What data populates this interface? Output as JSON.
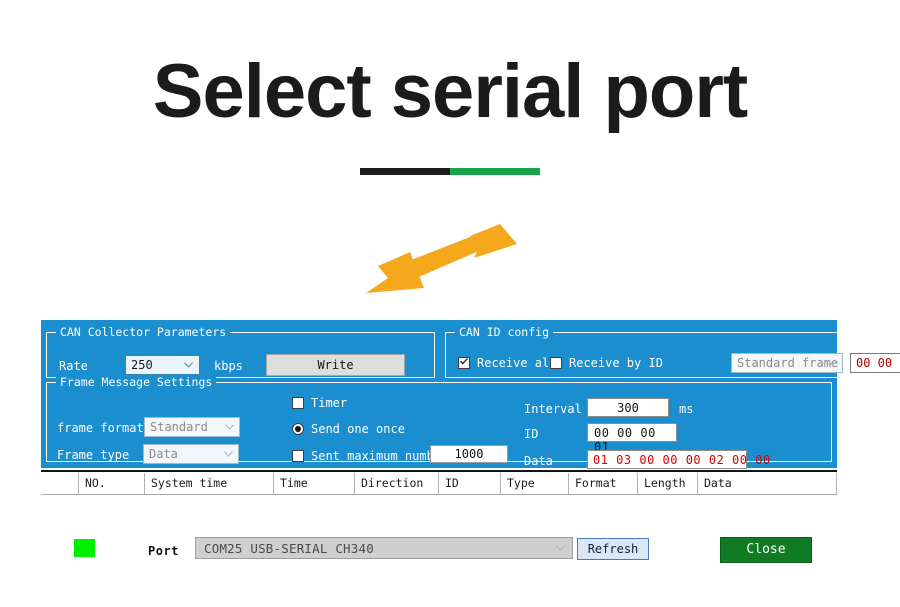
{
  "title": {
    "text": "Select serial port",
    "rule_dark_color": "#1b1b1b",
    "rule_green_color": "#17a44a"
  },
  "annotation": {
    "arrow_icon": "double-headed-arrow-icon",
    "arrow_color": "#f5a81c"
  },
  "port_row": {
    "status_indicator_color": "#00ee00",
    "port_label": "Port",
    "port_value": "COM25 USB-SERIAL CH340",
    "chevron_icon": "chevron-down-icon",
    "refresh_label": "Refresh",
    "close_label": "Close",
    "refresh_color": "#dbe7f6",
    "close_color": "#0f7c24"
  },
  "panel": {
    "background_color": "#1b8ed0",
    "collector": {
      "group_title": "CAN Collector Parameters",
      "rate_label": "Rate",
      "rate_value": "250",
      "unit_label": "kbps",
      "write_label": "Write"
    },
    "id_config": {
      "group_title": "CAN  ID config",
      "receive_all_label": "Receive all",
      "receive_all_checked": true,
      "receive_by_id_label": "Receive by ID",
      "receive_by_id_checked": false,
      "frame_kind_value": "Standard frame",
      "id_mask_value": "00 00"
    },
    "frame_settings": {
      "group_title": "Frame Message Settings",
      "frame_format_label": "frame format",
      "frame_format_value": "Standard",
      "frame_type_label": "Frame type",
      "frame_type_value": "Data",
      "timer_label": "Timer",
      "timer_checked": false,
      "send_one_once_label": "Send one once",
      "send_one_once_selected": true,
      "sent_max_label": "Sent maximum number",
      "sent_max_checked": false,
      "sent_max_value": "1000",
      "interval_label": "Interval",
      "interval_value": "300",
      "interval_unit": "ms",
      "id_label": "ID",
      "id_value": "00 00 00 01",
      "data_label": "Data",
      "data_value": "01 03 00 00 00 02 00 00",
      "data_text_color": "#d40000"
    }
  },
  "log_table": {
    "columns": [
      {
        "label": "",
        "width": 38
      },
      {
        "label": "NO.",
        "width": 66
      },
      {
        "label": "System time",
        "width": 129
      },
      {
        "label": "Time",
        "width": 81
      },
      {
        "label": "Direction",
        "width": 84
      },
      {
        "label": "ID",
        "width": 62
      },
      {
        "label": "Type",
        "width": 68
      },
      {
        "label": "Format",
        "width": 69
      },
      {
        "label": "Length",
        "width": 60
      },
      {
        "label": "Data",
        "width": 139
      }
    ],
    "rows": []
  }
}
